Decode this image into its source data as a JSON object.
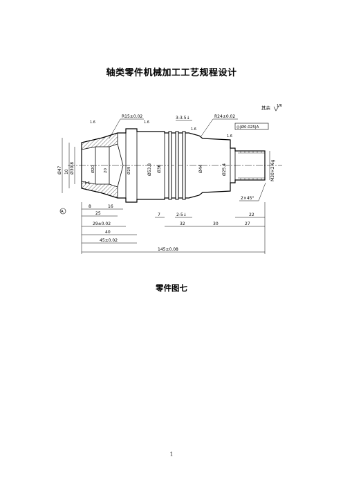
{
  "document": {
    "title": "轴类零件机械加工工艺规程设计",
    "caption": "零件图七",
    "page_number": "1"
  },
  "drawing": {
    "roughness_note": "其余",
    "roughness_values": [
      "1.6",
      "1.6",
      "1.6",
      "1.6",
      "1.6",
      "1.6"
    ],
    "callouts": {
      "r15": "R15±0.02",
      "r24": "R24±0.02",
      "grooves": "3-3.5↓",
      "concentricity": "◎|Ø0.025|A",
      "groove_width": "2-5↓"
    },
    "left_dims": [
      "Ø47",
      "10",
      "Ø30.8",
      "A"
    ],
    "inner_dims": [
      "Ø20",
      "20",
      "1.6",
      "Ø29"
    ],
    "diameter_dims": [
      "Ø53.8",
      "Ø36",
      "Ø44",
      "Ø25.4"
    ],
    "thread": "M30×2-6g",
    "chamfer": "2×45°",
    "bottom_dims": {
      "d8": "8",
      "d16": "16",
      "d25": "25",
      "d7": "7",
      "d29": "29±0.02",
      "d40": "40",
      "d45": "45±0.02",
      "d32": "32",
      "d30": "30",
      "d27": "27",
      "d22": "22",
      "d145": "145±0.08"
    }
  }
}
